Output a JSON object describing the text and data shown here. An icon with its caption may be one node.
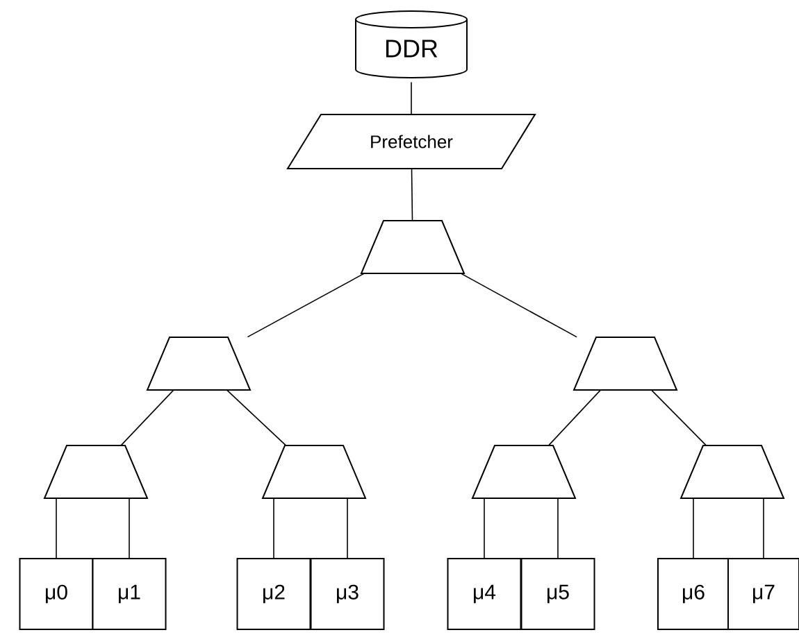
{
  "diagram": {
    "nodes": [
      {
        "text": [
          "DDR"
        ]
      },
      {
        "text": [
          "Prefetcher"
        ]
      },
      {
        "text": [],
        "shape": "trapezoid"
      },
      {
        "text": [],
        "shape": "trapezoid"
      },
      {
        "text": [],
        "shape": "trapezoid"
      },
      {
        "text": [],
        "shape": "trapezoid"
      },
      {
        "text": [],
        "shape": "trapezoid"
      },
      {
        "text": [],
        "shape": "trapezoid"
      },
      {
        "text": [],
        "shape": "trapezoid"
      },
      {
        "text": [
          "μ0"
        ]
      },
      {
        "text": [
          "μ1"
        ]
      },
      {
        "text": [
          "μ2"
        ]
      },
      {
        "text": [
          "μ3"
        ]
      },
      {
        "text": [
          "μ4"
        ]
      },
      {
        "text": [
          "μ5"
        ]
      },
      {
        "text": [
          "μ6"
        ]
      },
      {
        "text": [
          "μ7"
        ]
      }
    ],
    "edges": [
      {
        "from": 0,
        "to": 1,
        "arrow": "none"
      },
      {
        "from": 1,
        "to": 2,
        "arrow": "none"
      },
      {
        "from": 2,
        "to": 3,
        "arrow": "none"
      },
      {
        "from": 2,
        "to": 4,
        "arrow": "none"
      },
      {
        "from": 3,
        "to": 5,
        "arrow": "none"
      },
      {
        "from": 3,
        "to": 6,
        "arrow": "none"
      },
      {
        "from": 4,
        "to": 7,
        "arrow": "none"
      },
      {
        "from": 4,
        "to": 8,
        "arrow": "none"
      },
      {
        "from": 5,
        "to": 9,
        "arrow": "none"
      },
      {
        "from": 5,
        "to": 10,
        "arrow": "none"
      },
      {
        "from": 6,
        "to": 11,
        "arrow": "none"
      },
      {
        "from": 6,
        "to": 12,
        "arrow": "none"
      },
      {
        "from": 7,
        "to": 13,
        "arrow": "none"
      },
      {
        "from": 7,
        "to": 14,
        "arrow": "none"
      },
      {
        "from": 8,
        "to": 15,
        "arrow": "none"
      },
      {
        "from": 8,
        "to": 16,
        "arrow": "none"
      }
    ]
  }
}
